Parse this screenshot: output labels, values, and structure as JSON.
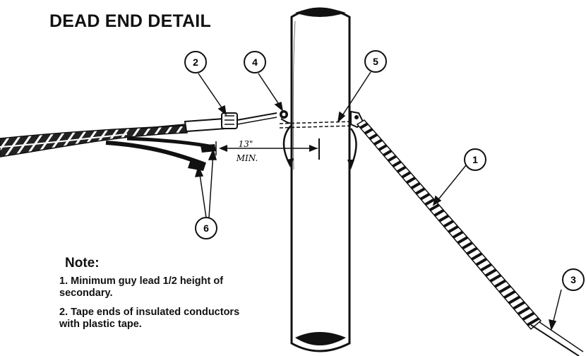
{
  "title": "DEAD END DETAIL",
  "callouts": [
    "1",
    "2",
    "3",
    "4",
    "5",
    "6"
  ],
  "dimension": {
    "value": "13\"",
    "qualifier": "MIN."
  },
  "note": {
    "heading": "Note:",
    "items": [
      "1. Minimum guy lead 1/2 height of secondary.",
      "2. Tape ends of insulated conductors with plastic tape."
    ]
  },
  "colors": {
    "ink": "#111111",
    "paper": "#ffffff"
  }
}
